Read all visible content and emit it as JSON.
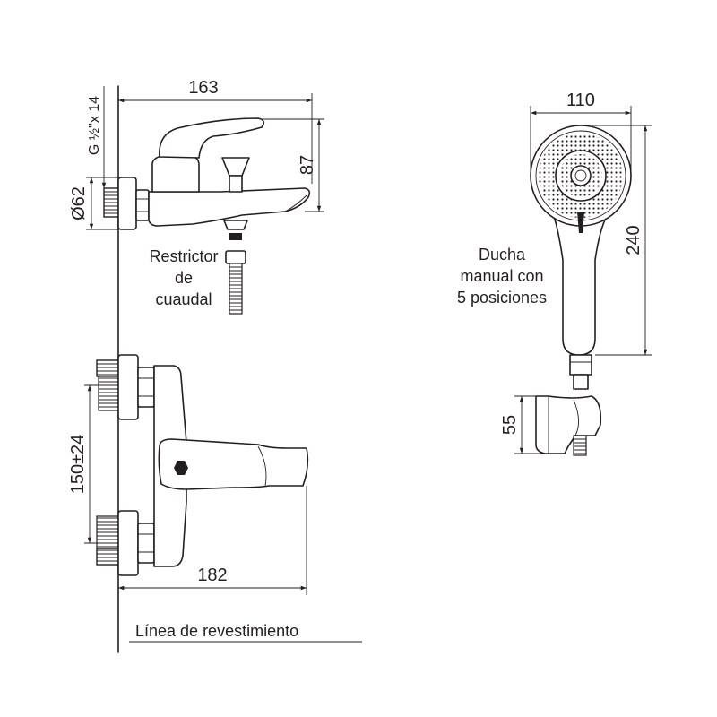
{
  "dimensions": {
    "mixer_depth": "163",
    "mixer_height": "87",
    "thread": "G ½\"x 14",
    "rosette_diameter": "Ø62",
    "inlet_spacing": "150±24",
    "mixer_width": "182",
    "handshower_width": "110",
    "handshower_length": "240",
    "holder_height": "55"
  },
  "labels": {
    "restrictor": [
      "Restrictor",
      "de",
      "cuaudal"
    ],
    "handshower": [
      "Ducha",
      "manual con",
      "5 posiciones"
    ],
    "wall_line": "Línea de revestimiento"
  },
  "colors": {
    "line": "#231f20",
    "background": "#ffffff"
  }
}
